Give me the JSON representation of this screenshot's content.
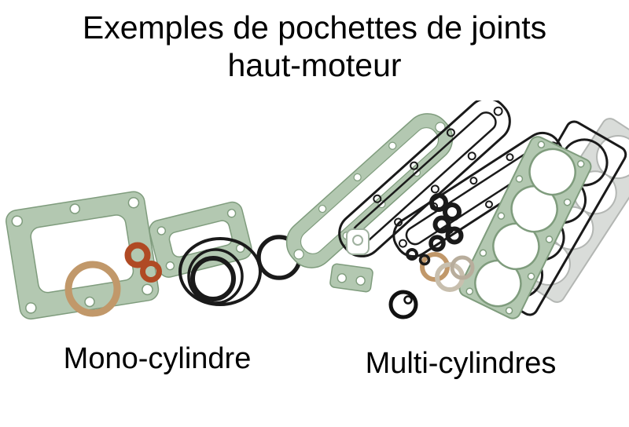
{
  "title": {
    "line1": "Exemples de pochettes de joints",
    "line2": "haut-moteur"
  },
  "labels": {
    "mono": "Mono-cylindre",
    "multi": "Multi-cylindres"
  },
  "figures": {
    "mono_description": "single-cylinder top-end gasket set photo",
    "multi_description": "multi-cylinder top-end gasket set photo"
  },
  "colors": {
    "gasket_green": "#b3c8b1",
    "gasket_green_dark": "#7f9c7d",
    "copper": "#c1986a",
    "orange_red": "#b04a24",
    "ink_black": "#1a1a1a",
    "grey_gasket": "#d9dcd9",
    "grey_gasket_dark": "#b3b6b3",
    "text": "#000000"
  }
}
